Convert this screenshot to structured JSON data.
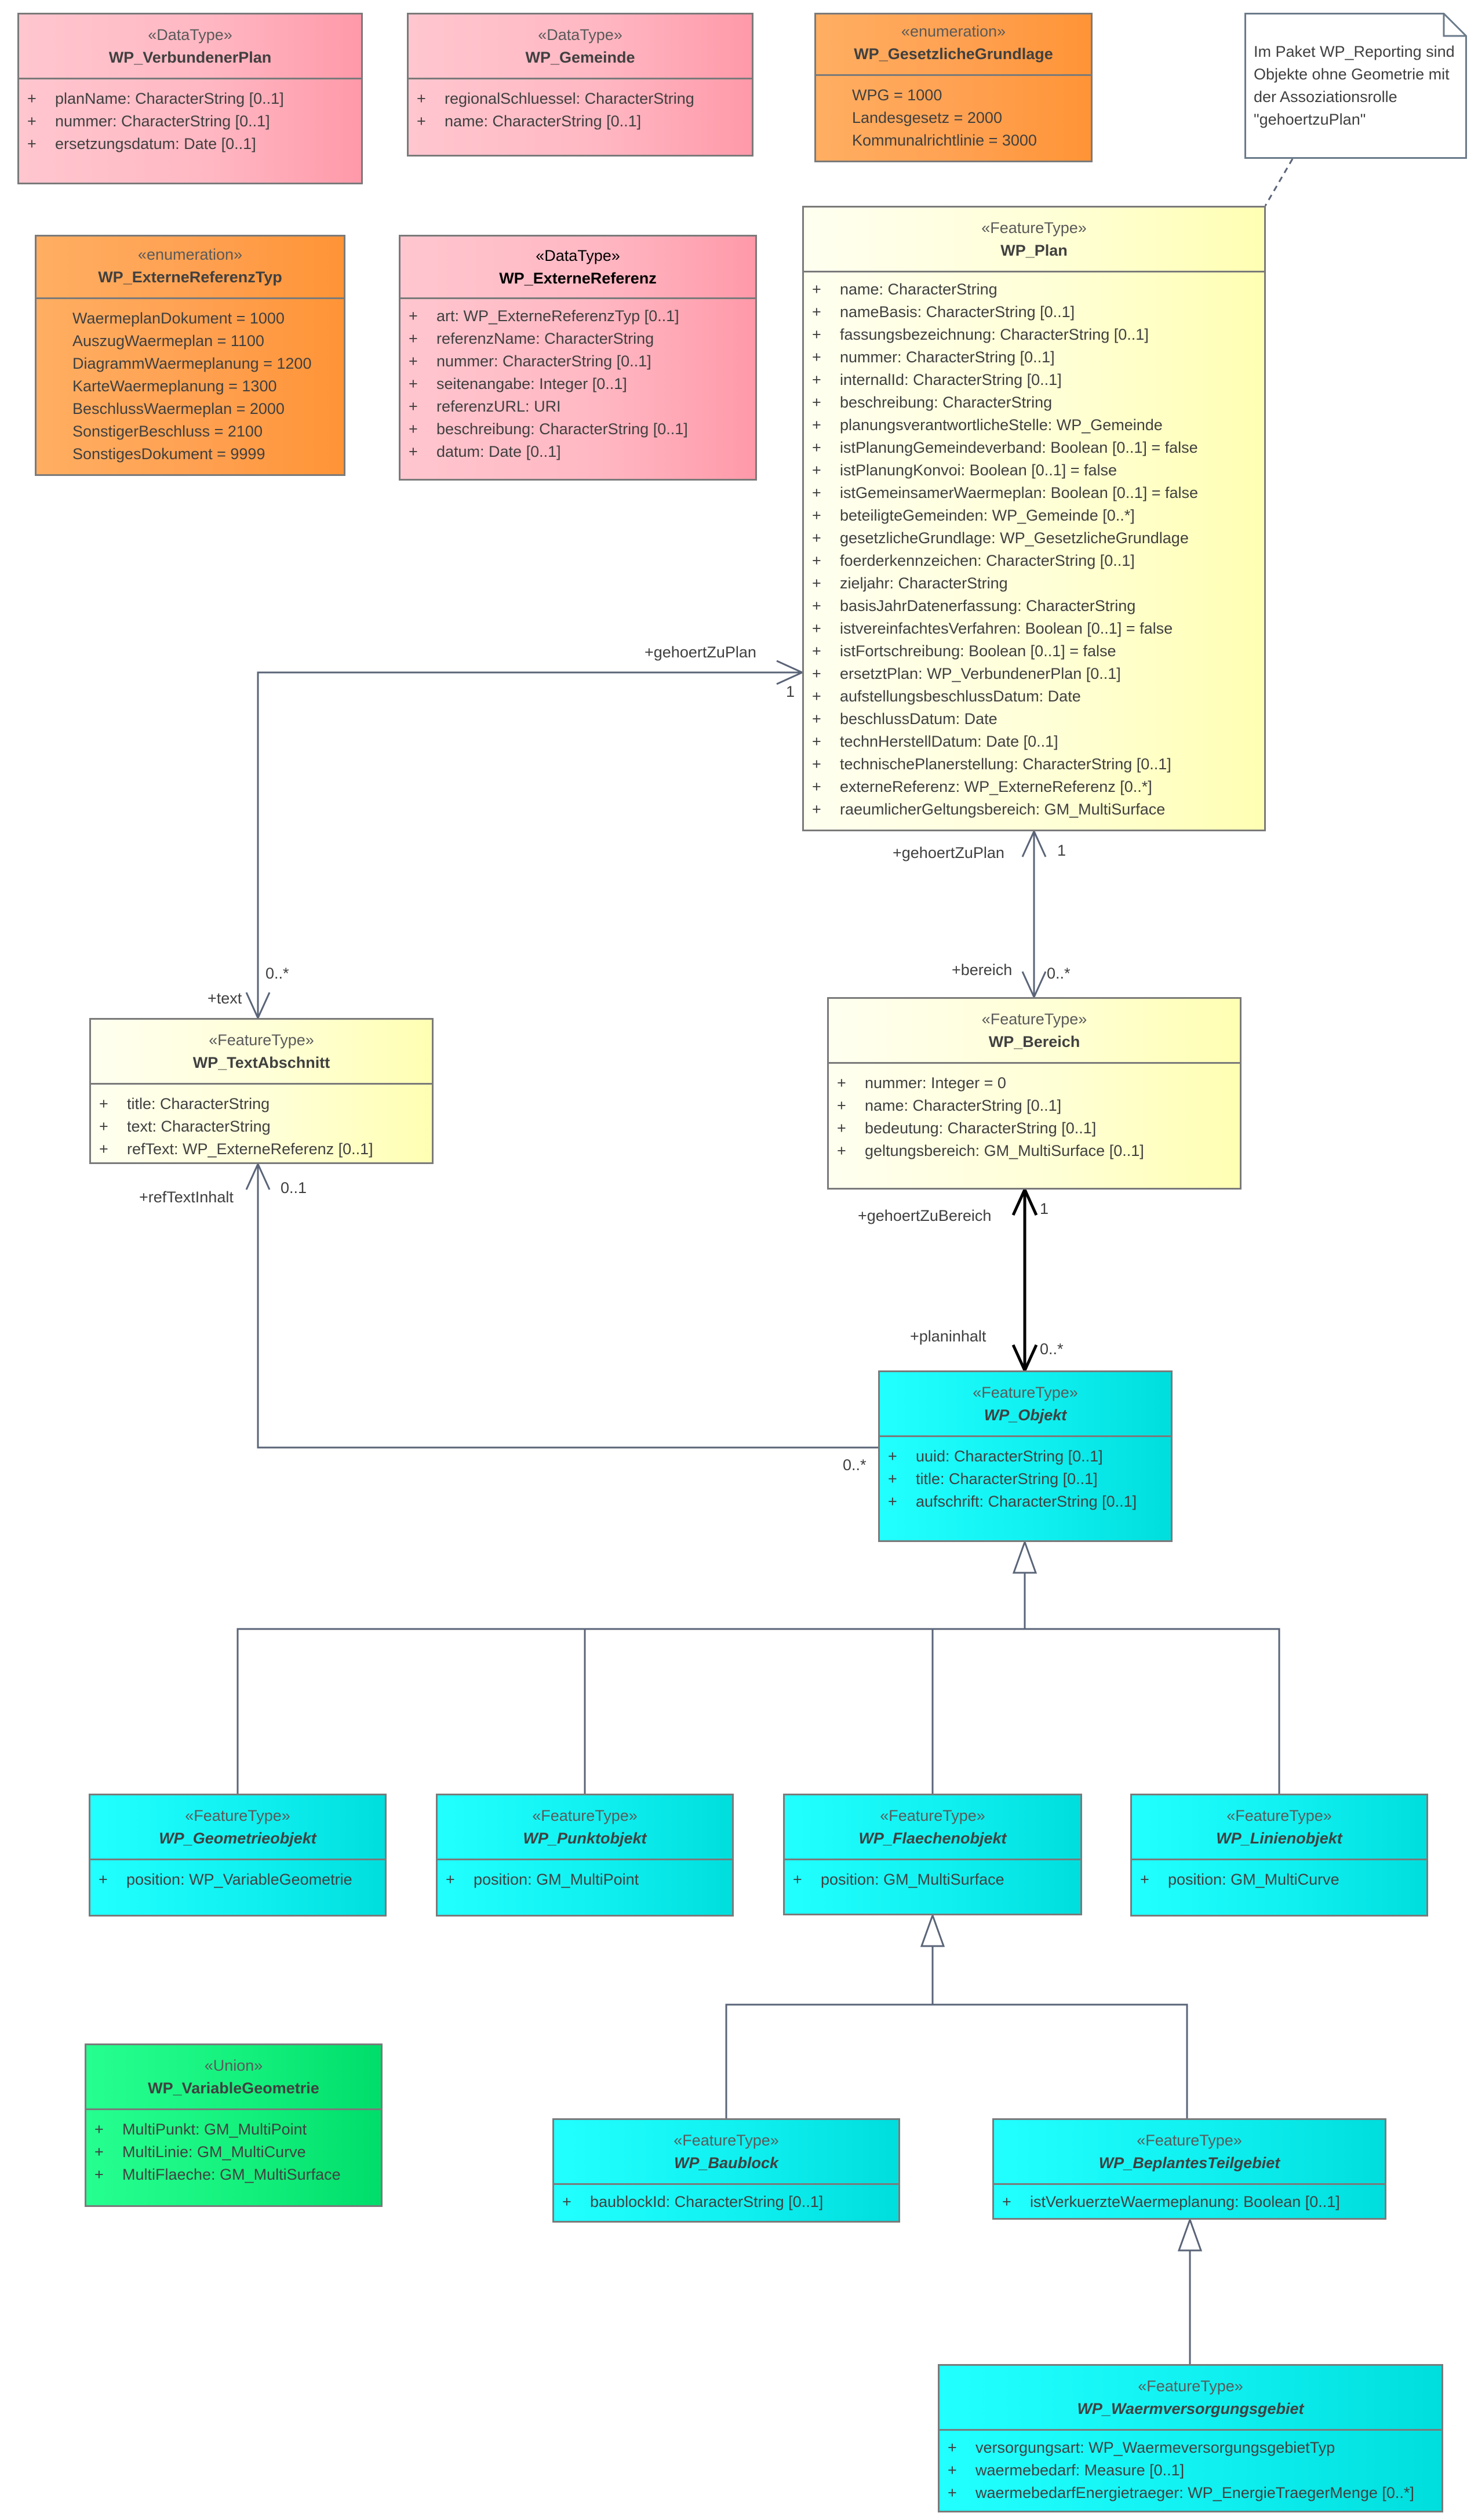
{
  "classes": {
    "verbundener_plan": {
      "stereotype": "«DataType»",
      "name": "WP_VerbundenerPlan",
      "attributes": [
        {
          "vis": "+",
          "text": "planName: CharacterString [0..1]"
        },
        {
          "vis": "+",
          "text": "nummer: CharacterString [0..1]"
        },
        {
          "vis": "+",
          "text": "ersetzungsdatum: Date [0..1]"
        }
      ]
    },
    "gemeinde": {
      "stereotype": "«DataType»",
      "name": "WP_Gemeinde",
      "attributes": [
        {
          "vis": "+",
          "text": "regionalSchluessel: CharacterString"
        },
        {
          "vis": "+",
          "text": "name: CharacterString [0..1]"
        }
      ]
    },
    "gesetzliche_grundlage": {
      "stereotype": "«enumeration»",
      "name": "WP_GesetzlicheGrundlage",
      "literals": [
        "WPG = 1000",
        "Landesgesetz = 2000",
        "Kommunalrichtlinie = 3000"
      ]
    },
    "externe_referenz_typ": {
      "stereotype": "«enumeration»",
      "name": "WP_ExterneReferenzTyp",
      "literals": [
        "WaermeplanDokument = 1000",
        "AuszugWaermeplan = 1100",
        "DiagrammWaermeplanung = 1200",
        "KarteWaermeplanung = 1300",
        "BeschlussWaermeplan = 2000",
        "SonstigerBeschluss = 2100",
        "SonstigesDokument = 9999"
      ]
    },
    "externe_referenz": {
      "stereotype": "«DataType»",
      "name": "WP_ExterneReferenz",
      "attributes": [
        {
          "vis": "+",
          "text": "art: WP_ExterneReferenzTyp [0..1]"
        },
        {
          "vis": "+",
          "text": "referenzName: CharacterString"
        },
        {
          "vis": "+",
          "text": "nummer: CharacterString [0..1]"
        },
        {
          "vis": "+",
          "text": "seitenangabe: Integer [0..1]"
        },
        {
          "vis": "+",
          "text": "referenzURL: URI"
        },
        {
          "vis": "+",
          "text": "beschreibung: CharacterString [0..1]"
        },
        {
          "vis": "+",
          "text": "datum: Date [0..1]"
        }
      ]
    },
    "plan": {
      "stereotype": "«FeatureType»",
      "name": "WP_Plan",
      "attributes": [
        {
          "vis": "+",
          "text": "name: CharacterString"
        },
        {
          "vis": "+",
          "text": "nameBasis: CharacterString [0..1]"
        },
        {
          "vis": "+",
          "text": "fassungsbezeichnung: CharacterString [0..1]"
        },
        {
          "vis": "+",
          "text": "nummer: CharacterString [0..1]"
        },
        {
          "vis": "+",
          "text": "internalId: CharacterString [0..1]"
        },
        {
          "vis": "+",
          "text": "beschreibung: CharacterString"
        },
        {
          "vis": "+",
          "text": "planungsverantwortlicheStelle: WP_Gemeinde"
        },
        {
          "vis": "+",
          "text": "istPlanungGemeindeverband: Boolean [0..1] = false"
        },
        {
          "vis": "+",
          "text": "istPlanungKonvoi: Boolean [0..1] = false"
        },
        {
          "vis": "+",
          "text": "istGemeinsamerWaermeplan: Boolean [0..1] = false"
        },
        {
          "vis": "+",
          "text": "beteiligteGemeinden: WP_Gemeinde [0..*]"
        },
        {
          "vis": "+",
          "text": "gesetzlicheGrundlage: WP_GesetzlicheGrundlage"
        },
        {
          "vis": "+",
          "text": "foerderkennzeichen: CharacterString [0..1]"
        },
        {
          "vis": "+",
          "text": "zieljahr: CharacterString"
        },
        {
          "vis": "+",
          "text": "basisJahrDatenerfassung: CharacterString"
        },
        {
          "vis": "+",
          "text": "istvereinfachtesVerfahren: Boolean [0..1] = false"
        },
        {
          "vis": "+",
          "text": "istFortschreibung: Boolean [0..1] = false"
        },
        {
          "vis": "+",
          "text": "ersetztPlan: WP_VerbundenerPlan [0..1]"
        },
        {
          "vis": "+",
          "text": "aufstellungsbeschlussDatum: Date"
        },
        {
          "vis": "+",
          "text": "beschlussDatum: Date"
        },
        {
          "vis": "+",
          "text": "technHerstellDatum: Date [0..1]"
        },
        {
          "vis": "+",
          "text": "technischePlanerstellung: CharacterString [0..1]"
        },
        {
          "vis": "+",
          "text": "externeReferenz: WP_ExterneReferenz [0..*]"
        },
        {
          "vis": "+",
          "text": "raeumlicherGeltungsbereich: GM_MultiSurface"
        }
      ]
    },
    "text_abschnitt": {
      "stereotype": "«FeatureType»",
      "name": "WP_TextAbschnitt",
      "attributes": [
        {
          "vis": "+",
          "text": "title: CharacterString"
        },
        {
          "vis": "+",
          "text": "text: CharacterString"
        },
        {
          "vis": "+",
          "text": "refText: WP_ExterneReferenz [0..1]"
        }
      ]
    },
    "bereich": {
      "stereotype": "«FeatureType»",
      "name": "WP_Bereich",
      "attributes": [
        {
          "vis": "+",
          "text": "nummer: Integer = 0"
        },
        {
          "vis": "+",
          "text": "name: CharacterString [0..1]"
        },
        {
          "vis": "+",
          "text": "bedeutung: CharacterString [0..1]"
        },
        {
          "vis": "+",
          "text": "geltungsbereich: GM_MultiSurface [0..1]"
        }
      ]
    },
    "objekt": {
      "stereotype": "«FeatureType»",
      "name": "WP_Objekt",
      "attributes": [
        {
          "vis": "+",
          "text": "uuid: CharacterString [0..1]"
        },
        {
          "vis": "+",
          "text": "title: CharacterString [0..1]"
        },
        {
          "vis": "+",
          "text": "aufschrift: CharacterString [0..1]"
        }
      ]
    },
    "geometrieobjekt": {
      "stereotype": "«FeatureType»",
      "name": "WP_Geometrieobjekt",
      "attributes": [
        {
          "vis": "+",
          "text": "position: WP_VariableGeometrie"
        }
      ]
    },
    "punktobjekt": {
      "stereotype": "«FeatureType»",
      "name": "WP_Punktobjekt",
      "attributes": [
        {
          "vis": "+",
          "text": "position: GM_MultiPoint"
        }
      ]
    },
    "flaechenobjekt": {
      "stereotype": "«FeatureType»",
      "name": "WP_Flaechenobjekt",
      "attributes": [
        {
          "vis": "+",
          "text": "position: GM_MultiSurface"
        }
      ]
    },
    "linienobjekt": {
      "stereotype": "«FeatureType»",
      "name": "WP_Linienobjekt",
      "attributes": [
        {
          "vis": "+",
          "text": "position: GM_MultiCurve"
        }
      ]
    },
    "variable_geometrie": {
      "stereotype": "«Union»",
      "name": "WP_VariableGeometrie",
      "attributes": [
        {
          "vis": "+",
          "text": "MultiPunkt: GM_MultiPoint"
        },
        {
          "vis": "+",
          "text": "MultiLinie: GM_MultiCurve"
        },
        {
          "vis": "+",
          "text": "MultiFlaeche: GM_MultiSurface"
        }
      ]
    },
    "baublock": {
      "stereotype": "«FeatureType»",
      "name": "WP_Baublock",
      "attributes": [
        {
          "vis": "+",
          "text": "baublockId: CharacterString [0..1]"
        }
      ]
    },
    "beplantes_teilgebiet": {
      "stereotype": "«FeatureType»",
      "name": "WP_BeplantesTeilgebiet",
      "attributes": [
        {
          "vis": "+",
          "text": "istVerkuerzteWaermeplanung: Boolean [0..1]"
        }
      ]
    },
    "waermeversorgungsgebiet": {
      "stereotype": "«FeatureType»",
      "name": "WP_Waermversorgungsgebiet",
      "attributes": [
        {
          "vis": "+",
          "text": "versorgungsart: WP_WaermeversorgungsgebietTyp"
        },
        {
          "vis": "+",
          "text": "waermebedarf: Measure [0..1]"
        },
        {
          "vis": "+",
          "text": "waermebedarfEnergietraeger: WP_EnergieTraegerMenge [0..*]"
        }
      ]
    }
  },
  "note": {
    "text": "Im Paket WP_Reporting sind Objekte ohne Geometrie mit der Assoziationsrolle \"gehoertzuPlan\""
  },
  "labels": {
    "gehoert_zu_plan_top": "+gehoertZuPlan",
    "mult_1_top": "1",
    "text_role": "+text",
    "mult_0n_text": "0..*",
    "gehoert_zu_plan_mid": "+gehoertZuPlan",
    "mult_1_mid": "1",
    "bereich_role": "+bereich",
    "mult_0n_bereich": "0..*",
    "ref_text_inhalt": "+refTextInhalt",
    "mult_01_ref": "0..1",
    "gehoert_zu_bereich": "+gehoertZuBereich",
    "mult_1_bereich": "1",
    "planinhalt": "+planinhalt",
    "mult_0n_planinhalt": "0..*",
    "mult_0n_objekt": "0..*"
  }
}
